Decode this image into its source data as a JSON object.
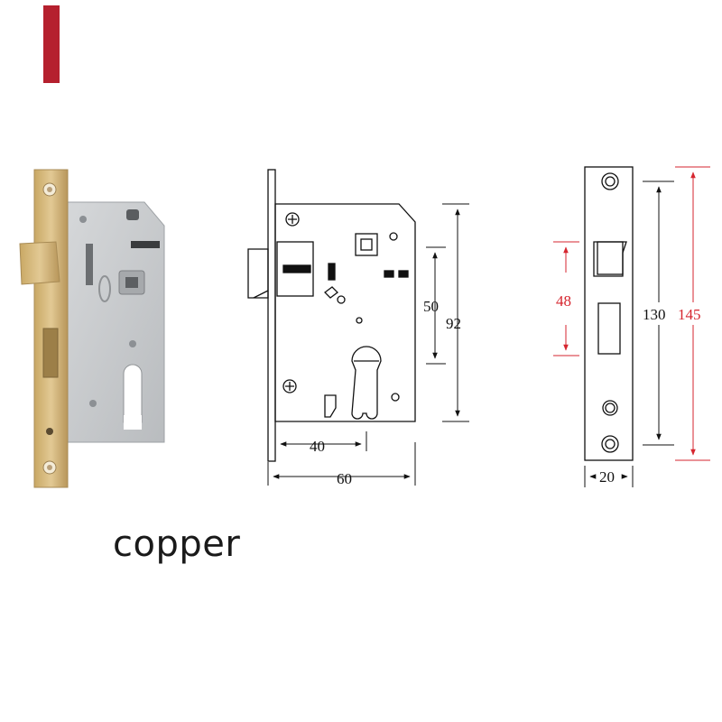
{
  "caption": "copper",
  "colors": {
    "accent": "#b5202e",
    "dimension_red": "#d6262f",
    "brass": "#d2b377",
    "steel": "#c8cacc"
  },
  "front_view": {
    "dimensions": {
      "backset": "40",
      "width": "60",
      "center_distance": "50",
      "height": "92"
    }
  },
  "faceplate_view": {
    "dimensions": {
      "bolt_height": "48",
      "screw_distance": "130",
      "plate_length": "145",
      "plate_width": "20"
    }
  }
}
